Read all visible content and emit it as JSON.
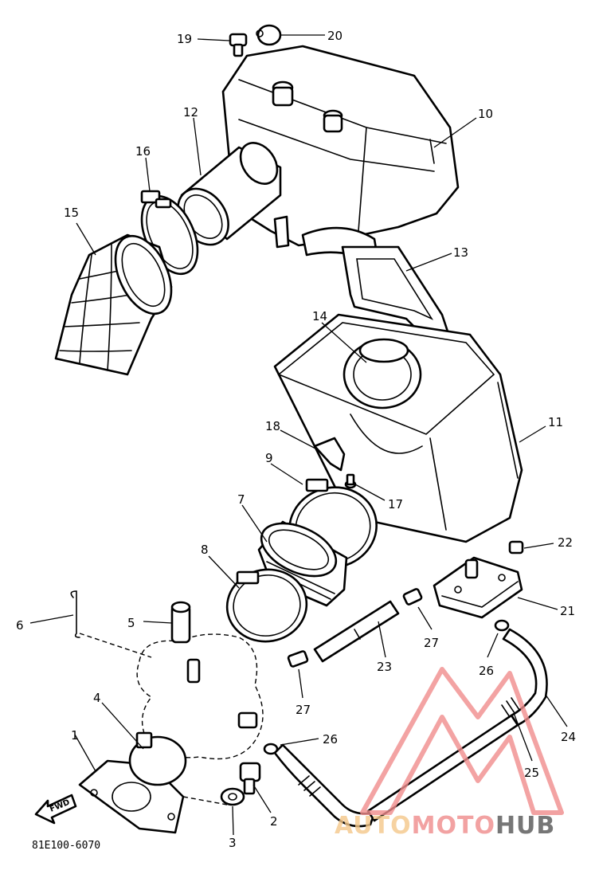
{
  "diagram": {
    "code": "81E100-6070",
    "fwd_label": "FWD",
    "callouts": [
      "1",
      "2",
      "3",
      "4",
      "5",
      "6",
      "7",
      "8",
      "9",
      "10",
      "11",
      "12",
      "13",
      "14",
      "15",
      "16",
      "17",
      "18",
      "19",
      "20",
      "21",
      "22",
      "23",
      "24",
      "25",
      "26",
      "26",
      "27",
      "27"
    ]
  },
  "watermark": {
    "part1": "AUTO",
    "part2": "MOTO",
    "part3": "HUB",
    "color_light": "#f5c88a",
    "color_mid": "#f08c8c",
    "color_dark": "#555555"
  }
}
